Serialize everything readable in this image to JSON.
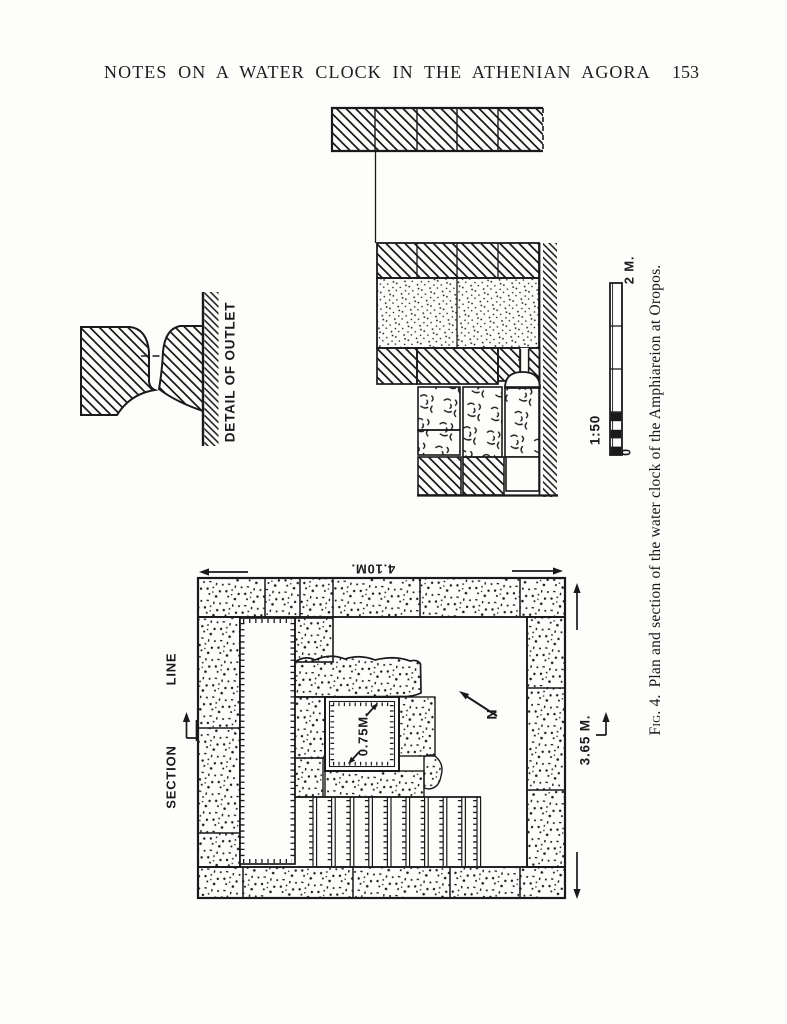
{
  "header": {
    "title": "NOTES ON A WATER CLOCK IN THE ATHENIAN AGORA",
    "page_number": "153"
  },
  "figure": {
    "detail_label": "DETAIL OF OUTLET",
    "scale": {
      "ratio": "1:50",
      "zero": "0",
      "max": "2 M."
    },
    "plan": {
      "width_dim": "4.10M.",
      "height_dim": "3.65 M.",
      "square_dim": "0.75M.",
      "section_word": "SECTION",
      "line_word": "LINE",
      "north": "N"
    },
    "caption": {
      "prefix": "Fig. 4.",
      "text": "Plan and section of the water clock of the Amphiareion at Oropos."
    }
  }
}
